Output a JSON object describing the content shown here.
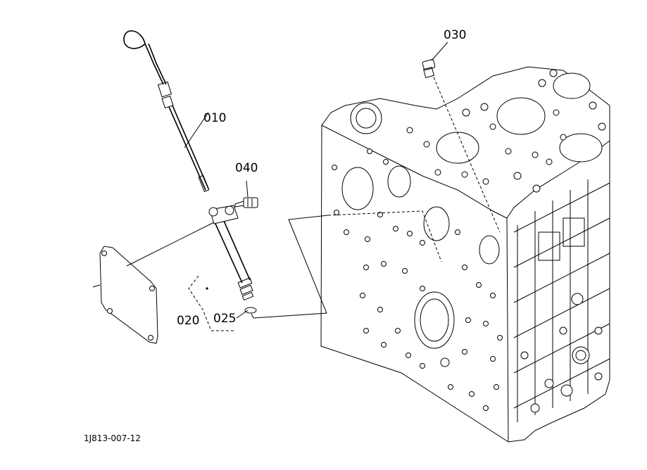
{
  "labels": {
    "p010": "010",
    "p020": "020",
    "p025": "025",
    "p030": "030",
    "p040": "040"
  },
  "reference": "1J813-007-12"
}
